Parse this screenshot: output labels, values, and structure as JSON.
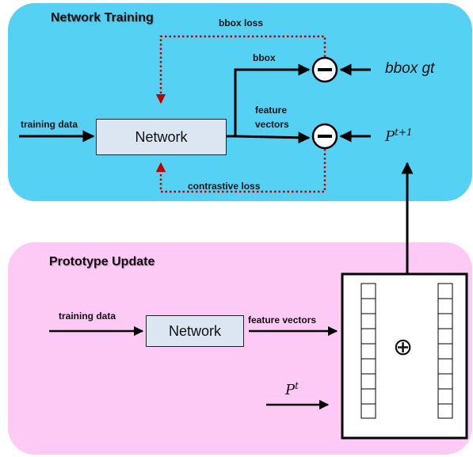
{
  "top": {
    "title": "Network Training",
    "bbox_loss": "bbox loss",
    "bbox": "bbox",
    "feature_vectors_line1": "feature",
    "feature_vectors_line2": "vectors",
    "training_data": "training data",
    "network": "Network",
    "bbox_gt": "bbox gt",
    "contrastive_loss": "contrastive loss",
    "p_next_base": "P",
    "p_next_sup": "t+1"
  },
  "bottom": {
    "title": "Prototype Update",
    "training_data": "training data",
    "network": "Network",
    "feature_vectors": "feature vectors",
    "p_base": "P",
    "p_sup": "t",
    "plus_symbol": "⊕"
  },
  "colors": {
    "top_panel": "#55d2f3",
    "bottom_panel": "#fdc9f5",
    "network_box": "#dce6f2",
    "loss_dotted": "#c00000"
  }
}
